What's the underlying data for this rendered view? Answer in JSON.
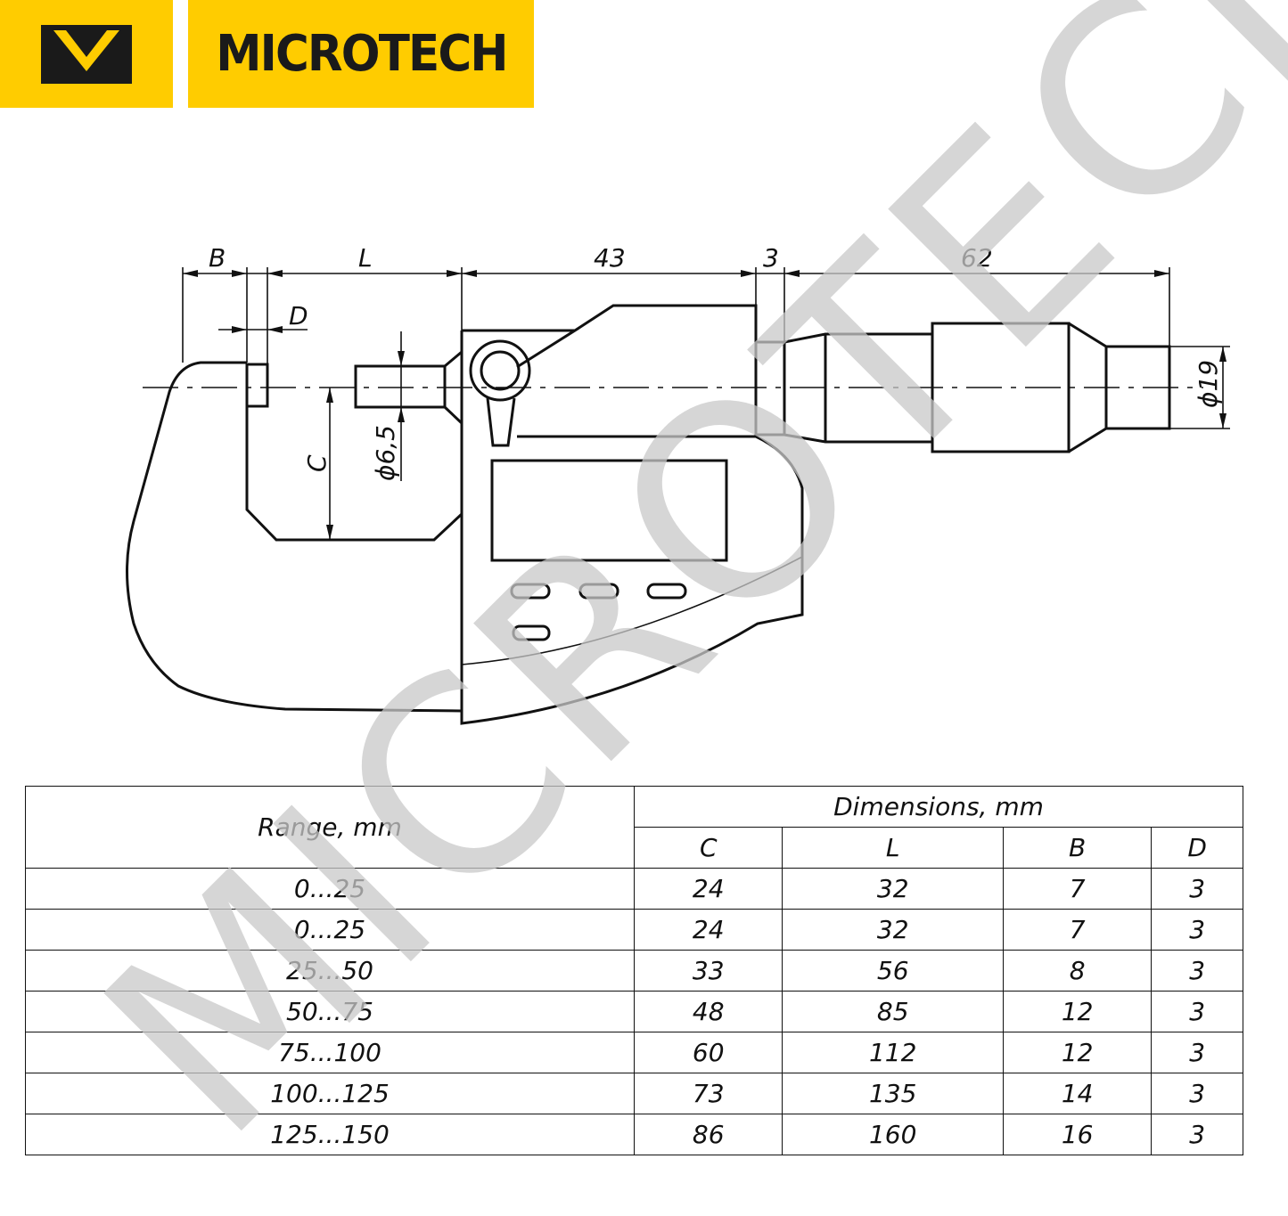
{
  "brand": {
    "name": "MICROTECH",
    "color": "#ffcc00"
  },
  "drawing": {
    "dimension_labels": {
      "b": "B",
      "l": "L",
      "d": "D",
      "c": "C",
      "anvil_diameter": "ϕ6,5",
      "body_length": "43",
      "gap": "3",
      "thimble_length": "62",
      "thimble_diameter": "ϕ19"
    }
  },
  "table": {
    "range_header": "Range, mm",
    "dimensions_header": "Dimensions, mm",
    "columns": [
      "C",
      "L",
      "B",
      "D"
    ],
    "rows": [
      {
        "range": "0...25",
        "c": "24",
        "l": "32",
        "b": "7",
        "d": "3"
      },
      {
        "range": "0...25",
        "c": "24",
        "l": "32",
        "b": "7",
        "d": "3"
      },
      {
        "range": "25...50",
        "c": "33",
        "l": "56",
        "b": "8",
        "d": "3"
      },
      {
        "range": "50...75",
        "c": "48",
        "l": "85",
        "b": "12",
        "d": "3"
      },
      {
        "range": "75...100",
        "c": "60",
        "l": "112",
        "b": "12",
        "d": "3"
      },
      {
        "range": "100...125",
        "c": "73",
        "l": "135",
        "b": "14",
        "d": "3"
      },
      {
        "range": "125...150",
        "c": "86",
        "l": "160",
        "b": "16",
        "d": "3"
      }
    ]
  },
  "watermark": {
    "text": "MICROTECH"
  }
}
